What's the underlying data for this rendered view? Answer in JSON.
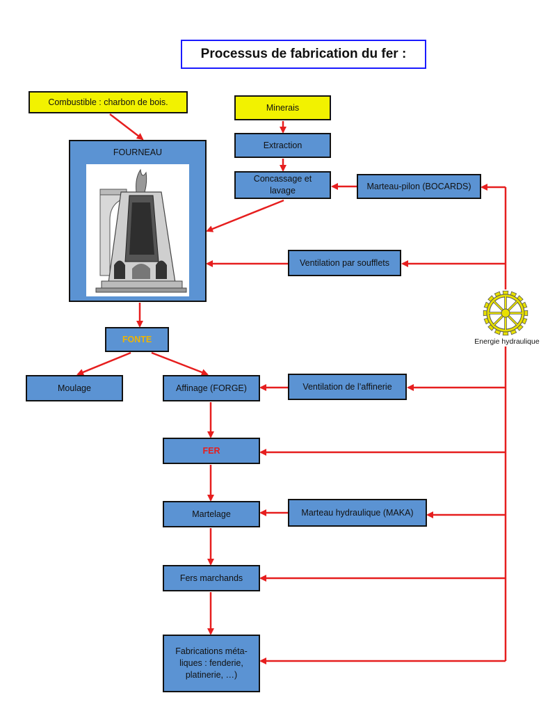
{
  "title": "Processus de fabrication du fer :",
  "nodes": {
    "combustible": "Combustible : charbon de bois.",
    "minerais": "Minerais",
    "extraction": "Extraction",
    "concassage": "Concassage et lavage",
    "bocards": "Marteau-pilon (BOCARDS)",
    "fourneau": "FOURNEAU",
    "ventilation_soufflets": "Ventilation par soufflets",
    "fonte": "FONTE",
    "moulage": "Moulage",
    "affinage": "Affinage (FORGE)",
    "ventilation_affinerie": "Ventilation de l’affinerie",
    "fer": "FER",
    "martelage": "Martelage",
    "marteau_hydraulique": "Marteau hydraulique (MAKA)",
    "fers_marchands": "Fers marchands",
    "fabrications": "Fabrications méta-liques : fenderie, platinerie, …)"
  },
  "energy": {
    "label": "Energie hydraulique",
    "icon": "water-wheel-icon"
  },
  "colors": {
    "box_fill": "#5b93d3",
    "highlight_fill": "#f2f200",
    "arrow": "#e61e1e",
    "title_border": "#1a1aff",
    "fonte_text": "#f0b400",
    "fer_text": "#e61e1e"
  }
}
